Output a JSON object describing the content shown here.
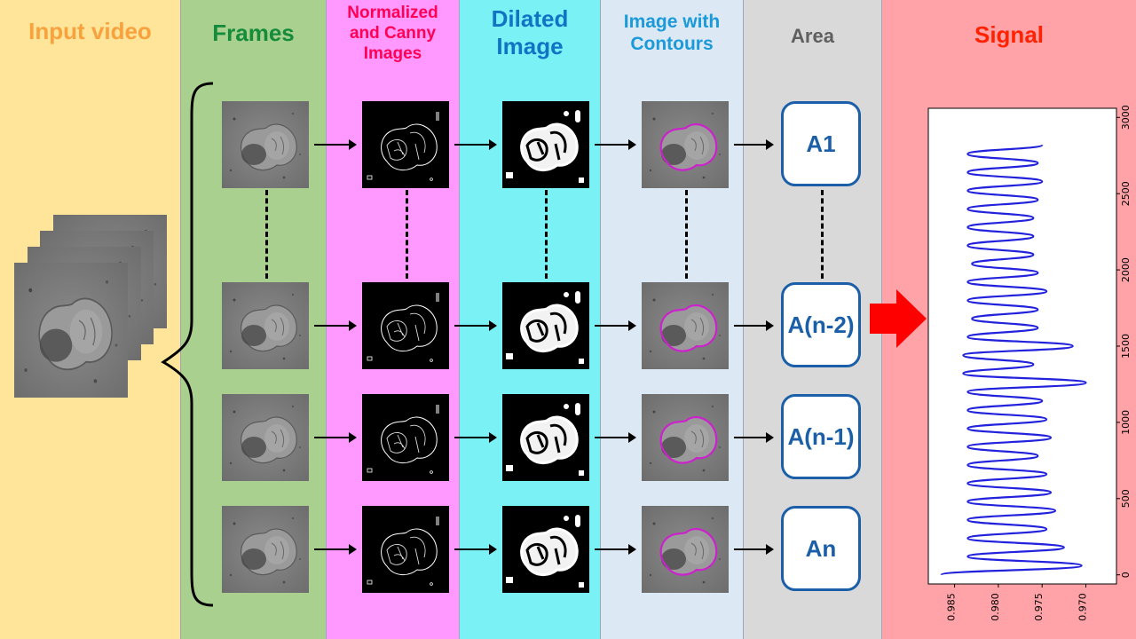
{
  "columns": {
    "input_video": {
      "title": "Input video",
      "bg": "#fee59a",
      "color": "#f8a13d"
    },
    "frames": {
      "title": "Frames",
      "bg": "#a9d08e",
      "color": "#148c3c"
    },
    "canny": {
      "title": "Normalized and Canny Images",
      "bg": "#ff99ff",
      "color": "#ff0055"
    },
    "dilated": {
      "title": "Dilated Image",
      "bg": "#7af2f5",
      "color": "#1173c4"
    },
    "contours": {
      "title": "Image with Contours",
      "bg": "#dde8f5",
      "color": "#1a9ad9"
    },
    "area": {
      "title": "Area",
      "bg": "#d9d9d9",
      "color": "#5f5f5f"
    },
    "signal": {
      "title": "Signal",
      "bg": "#ffa3a9",
      "color": "#ff2200"
    }
  },
  "area_labels": [
    "A1",
    "A(n-2)",
    "A(n-1)",
    "An"
  ],
  "chart_data": {
    "type": "line",
    "orientation": "rotated-90",
    "x_ticks": [
      "0",
      "500",
      "1000",
      "1500",
      "2000",
      "2500",
      "3000"
    ],
    "y_ticks": [
      "0.985",
      "0.980",
      "0.975",
      "0.970"
    ],
    "series": [
      {
        "color": "#2222dd",
        "x": [
          0,
          60,
          120,
          180,
          240,
          300,
          360,
          420,
          480,
          540,
          600,
          660,
          720,
          780,
          840,
          900,
          960,
          1020,
          1080,
          1140,
          1200,
          1260,
          1320,
          1380,
          1440,
          1500,
          1560,
          1620,
          1680,
          1740,
          1800,
          1860,
          1920,
          1980,
          2040,
          2100,
          2160,
          2220,
          2280,
          2340,
          2400,
          2460,
          2520,
          2580,
          2640,
          2700,
          2760,
          2820
        ],
        "y": [
          0.9865,
          0.9705,
          0.9835,
          0.9725,
          0.9835,
          0.9745,
          0.9835,
          0.9735,
          0.9835,
          0.974,
          0.9835,
          0.9745,
          0.9835,
          0.9755,
          0.9835,
          0.974,
          0.9835,
          0.9745,
          0.9835,
          0.975,
          0.9835,
          0.97,
          0.984,
          0.976,
          0.984,
          0.9715,
          0.9835,
          0.9755,
          0.983,
          0.9755,
          0.9835,
          0.9745,
          0.9835,
          0.9755,
          0.983,
          0.976,
          0.9835,
          0.976,
          0.9835,
          0.976,
          0.9835,
          0.9755,
          0.9835,
          0.975,
          0.9835,
          0.9755,
          0.9835,
          0.975
        ]
      }
    ]
  }
}
